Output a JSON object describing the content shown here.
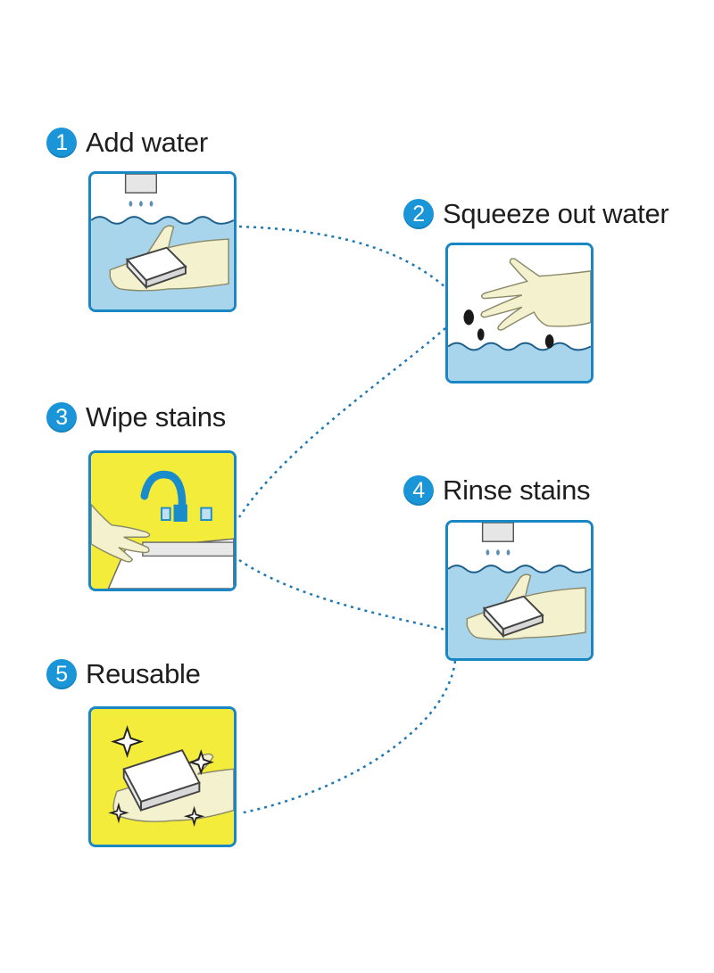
{
  "steps": [
    {
      "number": "1",
      "label": "Add water",
      "illustration": "hand-sponge-water-icon"
    },
    {
      "number": "2",
      "label": "Squeeze out water",
      "illustration": "squeeze-hand-icon"
    },
    {
      "number": "3",
      "label": "Wipe stains",
      "illustration": "wipe-faucet-icon"
    },
    {
      "number": "4",
      "label": "Rinse stains",
      "illustration": "rinse-sponge-icon"
    },
    {
      "number": "5",
      "label": "Reusable",
      "illustration": "sparkle-sponge-icon"
    }
  ],
  "colors": {
    "accent": "#1a95d8",
    "frame": "#1a86c4",
    "water": "#a8d4ec",
    "wipe_bg": "#f4ec3a",
    "glove": "#f4f1cf",
    "connector": "#1e78b4"
  }
}
